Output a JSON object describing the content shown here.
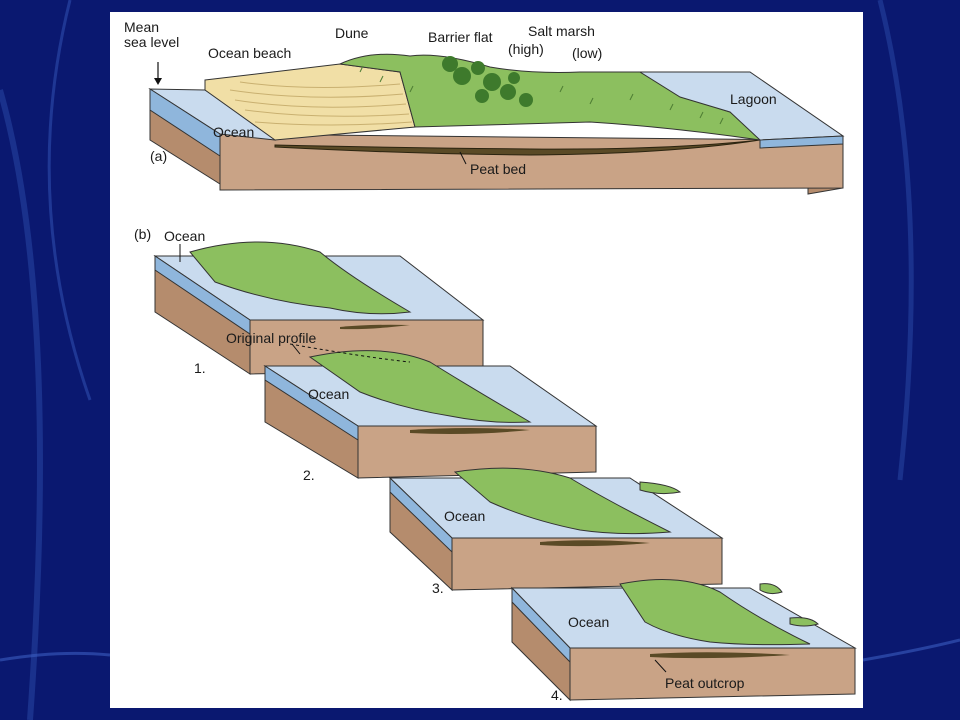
{
  "colors": {
    "slide_background": "#0a1870",
    "water": "#c9dbee",
    "water_edge": "#7aa7d4",
    "sediment": "#c9a386",
    "sediment_dark": "#b58c6d",
    "sand": "#f1dfa6",
    "vegetation": "#8cbf5f",
    "peat": "#5a4a26"
  },
  "panel_a": {
    "part_label": "(a)",
    "labels": {
      "mean_sea_level": "Mean\nsea level",
      "ocean_beach": "Ocean beach",
      "dune": "Dune",
      "barrier_flat": "Barrier flat",
      "salt_marsh": "Salt marsh",
      "salt_marsh_high": "(high)",
      "salt_marsh_low": "(low)",
      "lagoon": "Lagoon",
      "ocean": "Ocean",
      "peat_bed": "Peat bed"
    }
  },
  "panel_b": {
    "part_label": "(b)",
    "ocean_label": "Ocean",
    "original_profile": "Original profile",
    "peat_outcrop": "Peat outcrop",
    "steps": [
      {
        "number": "1.",
        "ocean": "Ocean"
      },
      {
        "number": "2.",
        "ocean": "Ocean"
      },
      {
        "number": "3.",
        "ocean": "Ocean"
      },
      {
        "number": "4.",
        "ocean": "Ocean"
      }
    ]
  }
}
